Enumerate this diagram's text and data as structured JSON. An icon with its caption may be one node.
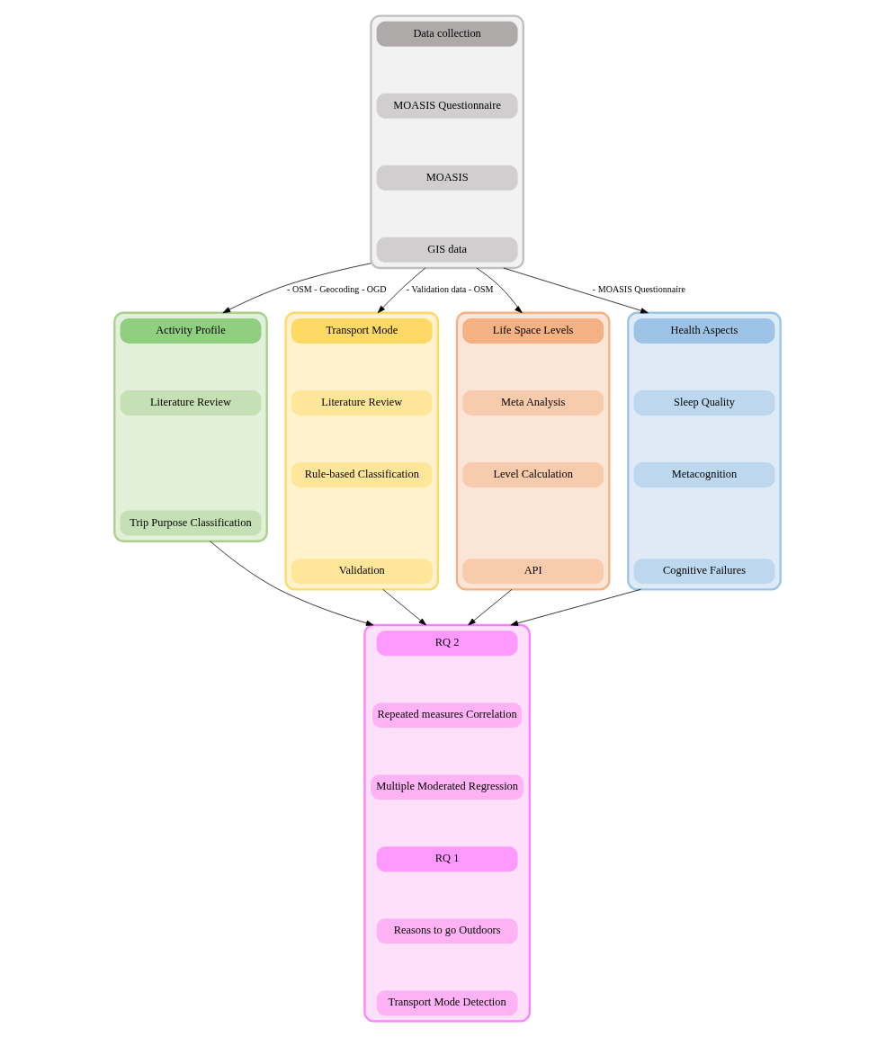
{
  "diagram": {
    "nodes": [
      {
        "text": [],
        "shape": "box"
      },
      {
        "text": [
          "Data collection"
        ],
        "in": 0
      },
      {
        "text": [
          "MOASIS Questionnaire"
        ],
        "in": 0
      },
      {
        "text": [
          "MOASIS"
        ],
        "in": 0
      },
      {
        "text": [
          "GIS data"
        ],
        "in": 0
      },
      {
        "text": [],
        "shape": "box"
      },
      {
        "text": [
          "Activity Profile"
        ],
        "in": 5
      },
      {
        "text": [
          "Literature Review"
        ],
        "in": 5
      },
      {
        "text": [
          "Trip Purpose Classification"
        ],
        "in": 5
      },
      {
        "text": [],
        "shape": "box"
      },
      {
        "text": [
          "Transport Mode"
        ],
        "in": 9
      },
      {
        "text": [
          "Literature Review"
        ],
        "in": 9
      },
      {
        "text": [
          "Rule-based Classification"
        ],
        "in": 9
      },
      {
        "text": [
          "Validation"
        ],
        "in": 9
      },
      {
        "text": [],
        "shape": "box"
      },
      {
        "text": [
          "Life Space Levels"
        ],
        "in": 14
      },
      {
        "text": [
          "Meta Analysis"
        ],
        "in": 14
      },
      {
        "text": [
          "Level Calculation"
        ],
        "in": 14
      },
      {
        "text": [
          "API"
        ],
        "in": 14
      },
      {
        "text": [],
        "shape": "box"
      },
      {
        "text": [
          "Health Aspects"
        ],
        "in": 19
      },
      {
        "text": [
          "Sleep Quality"
        ],
        "in": 19
      },
      {
        "text": [
          "Metacognition"
        ],
        "in": 19
      },
      {
        "text": [
          "Cognitive Failures"
        ],
        "in": 19
      },
      {
        "text": [],
        "shape": "box"
      },
      {
        "text": [
          "RQ 2"
        ],
        "in": 24
      },
      {
        "text": [
          "Repeated measures Correlation"
        ],
        "in": 24
      },
      {
        "text": [
          "Multiple Moderated Regression"
        ],
        "in": 24
      },
      {
        "text": [
          "RQ 1"
        ],
        "in": 24
      },
      {
        "text": [
          "Reasons to go Outdoors"
        ],
        "in": 24
      },
      {
        "text": [
          "Transport Mode Detection"
        ],
        "in": 24
      }
    ],
    "edges": [
      {
        "from": 0,
        "to": 5,
        "arrow": "to",
        "label": "- OSM - Geocoding - OGD"
      },
      {
        "from": 0,
        "to": 9,
        "arrow": "to",
        "label": "- Validation data - OSM"
      },
      {
        "from": 0,
        "to": 14,
        "arrow": "to"
      },
      {
        "from": 0,
        "to": 19,
        "arrow": "to",
        "label": "- MOASIS Questionnaire"
      },
      {
        "from": 19,
        "to": 24,
        "arrow": "to"
      },
      {
        "from": 5,
        "to": 24,
        "arrow": "to"
      },
      {
        "from": 9,
        "to": 24,
        "arrow": "to"
      },
      {
        "from": 14,
        "to": 24,
        "arrow": "to"
      }
    ]
  }
}
